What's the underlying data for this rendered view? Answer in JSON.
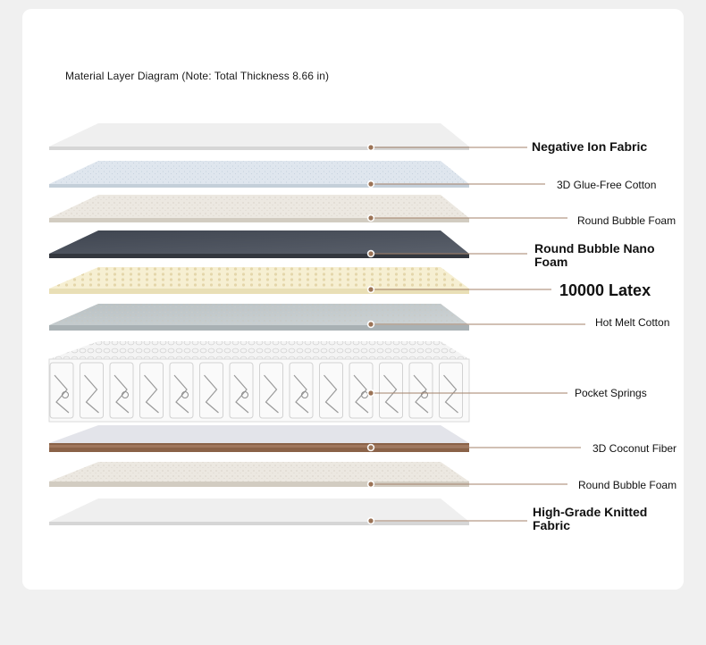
{
  "title": "Material Layer Diagram (Note: Total Thickness 8.66 in)",
  "colors": {
    "accent": "#a3826a",
    "marker": "#9b7356"
  },
  "layers": [
    {
      "label": "Negative Ion Fabric",
      "material": "fabric-white"
    },
    {
      "label": "3D Glue-Free Cotton",
      "material": "cotton-blue"
    },
    {
      "label": "Round Bubble Foam",
      "material": "foam-beige"
    },
    {
      "label": "Round Bubble Nano Foam",
      "material": "nano-dark"
    },
    {
      "label": "10000 Latex",
      "material": "latex-cream"
    },
    {
      "label": "Hot Melt Cotton",
      "material": "cotton-gray"
    },
    {
      "label": "Pocket Springs",
      "material": "springs"
    },
    {
      "label": "3D Coconut Fiber",
      "material": "coconut"
    },
    {
      "label": "Round Bubble Foam",
      "material": "foam-beige"
    },
    {
      "label": "High-Grade Knitted Fabric",
      "material": "fabric-white"
    }
  ]
}
